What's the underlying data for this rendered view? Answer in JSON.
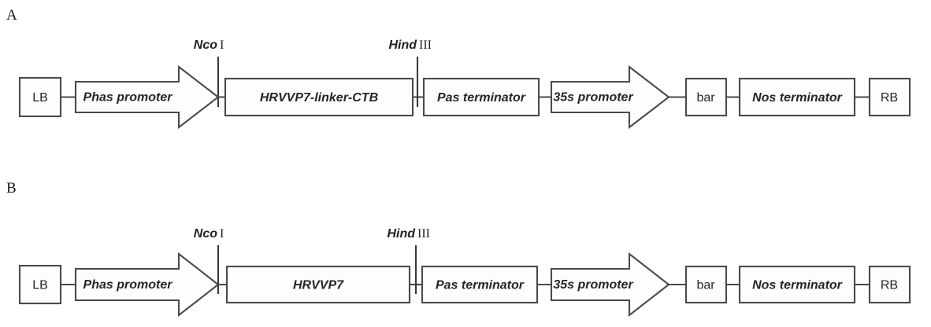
{
  "figure": {
    "background_color": "#ffffff",
    "stroke_color": "#4a4a4a",
    "text_color": "#262626",
    "panels": [
      {
        "letter": "A",
        "restriction_sites": [
          {
            "enzyme": "Nco",
            "numeral": "I"
          },
          {
            "enzyme": "Hind",
            "numeral": "III"
          }
        ],
        "features": [
          {
            "label": "LB",
            "shape": "box",
            "italic": false
          },
          {
            "label": "Phas promoter",
            "shape": "arrow",
            "italic": true
          },
          {
            "label": "HRVVP7-linker-CTB",
            "shape": "box",
            "italic": true
          },
          {
            "label": "Pas terminator",
            "shape": "box",
            "italic": true
          },
          {
            "label": "35s promoter",
            "shape": "arrow",
            "italic": true
          },
          {
            "label": "bar",
            "shape": "box",
            "italic": false
          },
          {
            "label": "Nos terminator",
            "shape": "box",
            "italic": true
          },
          {
            "label": "RB",
            "shape": "box",
            "italic": false
          }
        ]
      },
      {
        "letter": "B",
        "restriction_sites": [
          {
            "enzyme": "Nco",
            "numeral": "I"
          },
          {
            "enzyme": "Hind",
            "numeral": "III"
          }
        ],
        "features": [
          {
            "label": "LB",
            "shape": "box",
            "italic": false
          },
          {
            "label": "Phas promoter",
            "shape": "arrow",
            "italic": true
          },
          {
            "label": "HRVVP7",
            "shape": "box",
            "italic": true
          },
          {
            "label": "Pas terminator",
            "shape": "box",
            "italic": true
          },
          {
            "label": "35s promoter",
            "shape": "arrow",
            "italic": true
          },
          {
            "label": "bar",
            "shape": "box",
            "italic": false
          },
          {
            "label": "Nos terminator",
            "shape": "box",
            "italic": true
          },
          {
            "label": "RB",
            "shape": "box",
            "italic": false
          }
        ]
      }
    ]
  }
}
